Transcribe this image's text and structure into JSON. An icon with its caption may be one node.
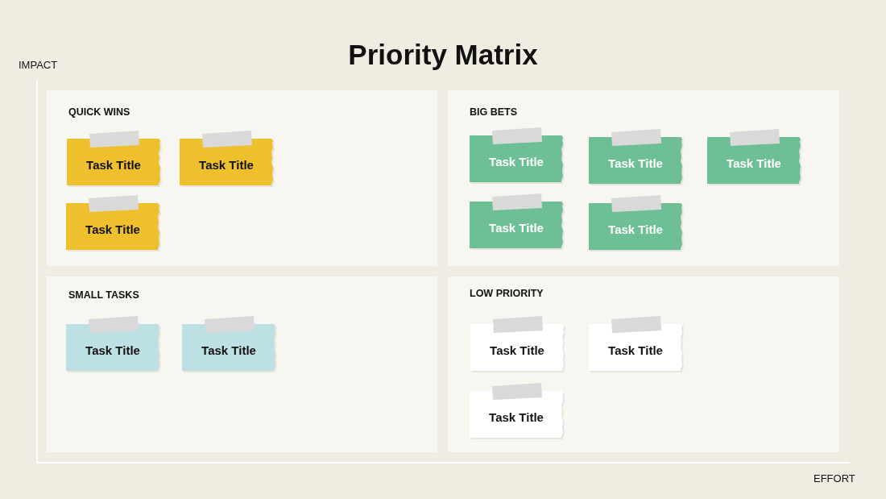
{
  "diagram": {
    "title": "Priority Matrix",
    "nodes": [
      {
        "text": [
          "QUICK WINS"
        ]
      },
      {
        "text": [
          "Task Title"
        ],
        "in": 0
      },
      {
        "text": [
          "Task Title"
        ],
        "in": 0
      },
      {
        "text": [
          "Task Title"
        ],
        "in": 0
      },
      {
        "text": [
          "BIG BETS"
        ]
      },
      {
        "text": [
          "Task Title"
        ],
        "in": 4
      },
      {
        "text": [
          "Task Title"
        ],
        "in": 4
      },
      {
        "text": [
          "Task Title"
        ],
        "in": 4
      },
      {
        "text": [
          "Task Title"
        ],
        "in": 4
      },
      {
        "text": [
          "Task Title"
        ],
        "in": 4
      },
      {
        "text": [
          "SMALL TASKS"
        ]
      },
      {
        "text": [
          "Task Title"
        ],
        "in": 10
      },
      {
        "text": [
          "Task Title"
        ],
        "in": 10
      },
      {
        "text": [
          "LOW PRIORITY"
        ]
      },
      {
        "text": [
          "Task Title"
        ],
        "in": 13
      },
      {
        "text": [
          "Task Title"
        ],
        "in": 13
      },
      {
        "text": [
          "Task Title"
        ],
        "in": 13
      }
    ],
    "labels": [
      "IMPACT",
      "EFFORT"
    ]
  }
}
